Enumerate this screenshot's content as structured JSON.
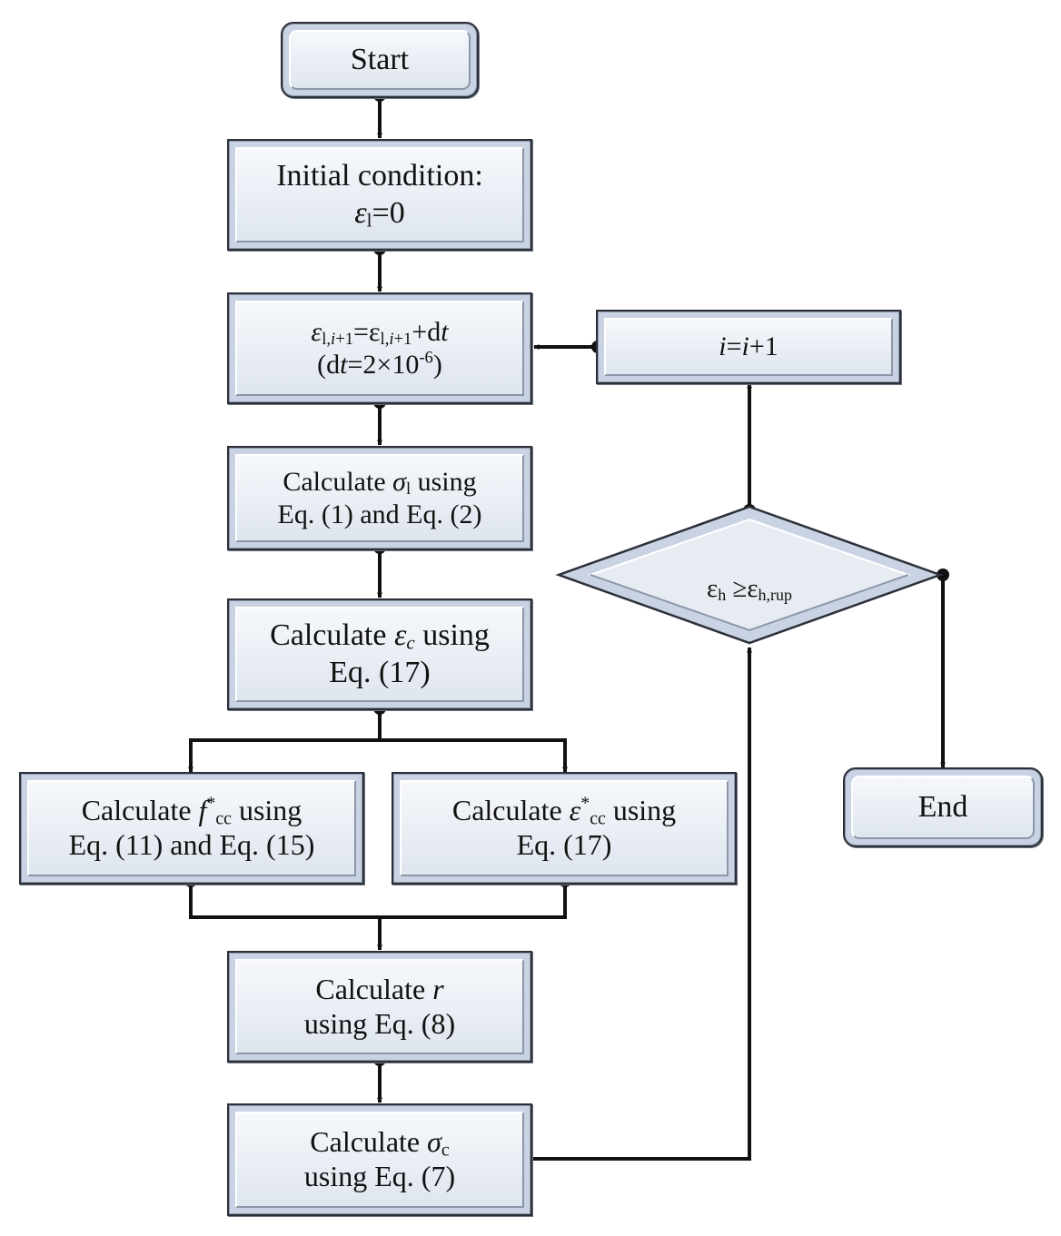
{
  "nodes": {
    "start": {
      "label": "Start"
    },
    "initial": {
      "line1": "Initial condition:",
      "line2_sym": "ε",
      "line2_sub": "l",
      "line2_rest": "=0"
    },
    "increment": {
      "l1_e1": "ε",
      "l1_s1a": "l,",
      "l1_s1b": "i",
      "l1_s1c": "+1",
      "l1_eq": "=",
      "l1_e2": "ε",
      "l1_s2a": "l,",
      "l1_s2b": "i",
      "l1_s2c": "+1",
      "l1_plus": "+d",
      "l1_t": "t",
      "l2_open": "(d",
      "l2_t": "t",
      "l2_mid": "=2×10",
      "l2_exp": "-6",
      "l2_close": ")"
    },
    "calc_sigma_l": {
      "pre": "Calculate ",
      "sym": "σ",
      "sub": "l",
      "post": " using",
      "line2": "Eq. (1) and Eq. (2)"
    },
    "calc_eps_c": {
      "pre": "Calculate ",
      "sym": "ε",
      "sub": "c",
      "post": " using",
      "line2": "Eq. (17)"
    },
    "calc_fcc": {
      "pre": "Calculate ",
      "sym": "f",
      "sup": "*",
      "sub": "cc",
      "post": " using",
      "line2": "Eq. (11) and Eq. (15)"
    },
    "calc_epscc": {
      "pre": "Calculate ",
      "sym": "ε",
      "sup": "*",
      "sub": "cc",
      "post": " using",
      "line2": "Eq. (17)"
    },
    "calc_r": {
      "pre": "Calculate ",
      "sym": "r",
      "line2": "using Eq. (8)"
    },
    "calc_sigma_c": {
      "pre": "Calculate ",
      "sym": "σ",
      "sub": "c",
      "line2": "using Eq. (7)"
    },
    "iter": {
      "i1": "i",
      "eq": "=",
      "i2": "i",
      "rest": "+1"
    },
    "decision": {
      "sym1": "ε",
      "sub1": "h",
      "op": " ≥",
      "sym2": "ε",
      "sub2": "h,rup"
    },
    "end": {
      "label": "End"
    }
  }
}
